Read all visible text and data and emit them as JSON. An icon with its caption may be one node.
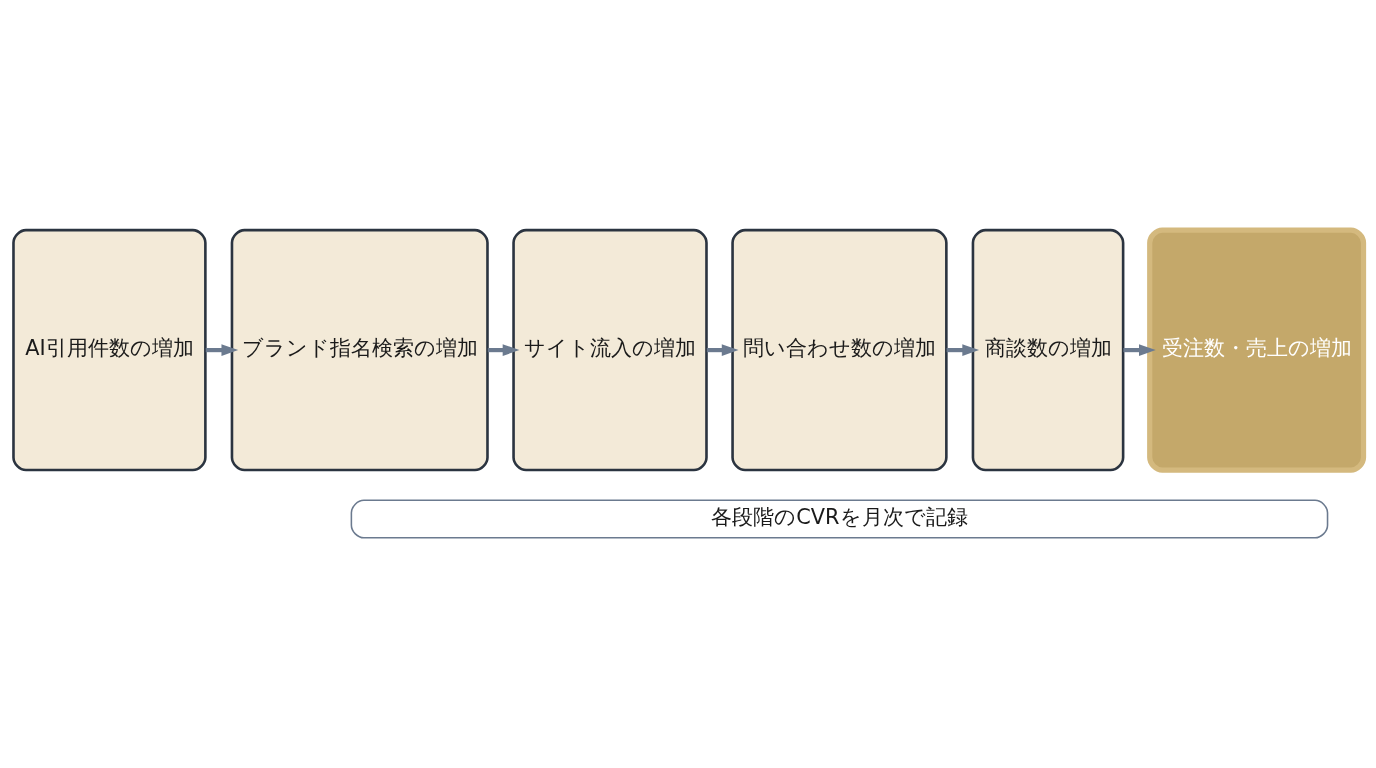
{
  "diagram": {
    "nodes": [
      {
        "text": [
          "AI引用件数の増加"
        ]
      },
      {
        "text": [
          "ブランド指名検索の増加"
        ]
      },
      {
        "text": [
          "サイト流入の増加"
        ]
      },
      {
        "text": [
          "問い合わせ数の増加"
        ]
      },
      {
        "text": [
          "商談数の増加"
        ]
      },
      {
        "text": [
          "受注数・売上の増加"
        ]
      },
      {
        "text": [
          "各段階のCVRを月次で記録"
        ]
      }
    ],
    "edges": [
      {
        "from": 0,
        "to": 1,
        "arrow": "to"
      },
      {
        "from": 1,
        "to": 2,
        "arrow": "to"
      },
      {
        "from": 2,
        "to": 3,
        "arrow": "to"
      },
      {
        "from": 3,
        "to": 4,
        "arrow": "to"
      },
      {
        "from": 4,
        "to": 5,
        "arrow": "to"
      }
    ]
  }
}
